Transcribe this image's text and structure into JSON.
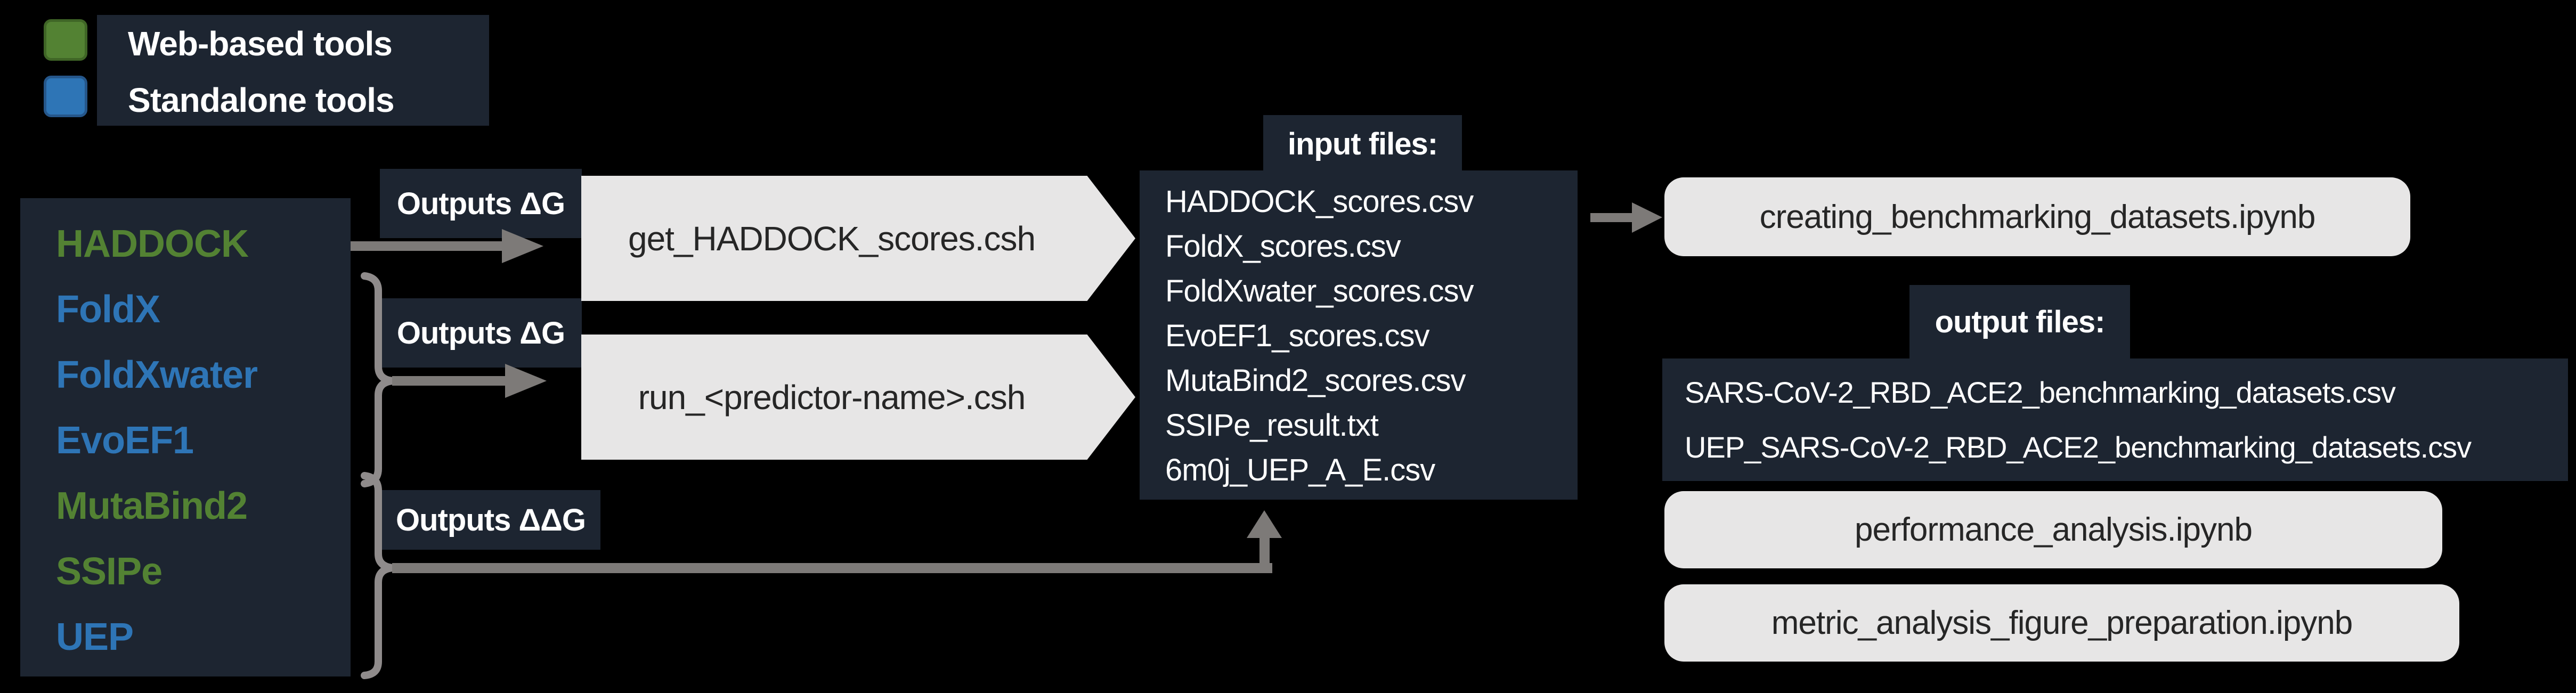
{
  "colors": {
    "page_bg": "#000000",
    "panel": "#1d2531",
    "light_box": "#e7e6e6",
    "light_box_text": "#262626",
    "web_tool": "#538233",
    "web_tool_border": "#3f6526",
    "standalone_tool": "#2e75b6",
    "standalone_tool_border": "#25568a",
    "arrow_gray": "#7d7a78",
    "brace_gray": "#8f8b8b"
  },
  "legend": {
    "items": [
      {
        "label": "Web-based tools",
        "type": "web"
      },
      {
        "label": "Standalone tools",
        "type": "standalone"
      }
    ]
  },
  "tools": [
    {
      "name": "HADDOCK",
      "type": "web"
    },
    {
      "name": "FoldX",
      "type": "standalone"
    },
    {
      "name": "FoldXwater",
      "type": "standalone"
    },
    {
      "name": "EvoEF1",
      "type": "standalone"
    },
    {
      "name": "MutaBind2",
      "type": "web"
    },
    {
      "name": "SSIPe",
      "type": "web"
    },
    {
      "name": "UEP",
      "type": "standalone"
    }
  ],
  "flow_labels": {
    "haddock_output": "Outputs ΔG",
    "group1_output": "Outputs ΔG",
    "group2_output": "Outputs ΔΔG"
  },
  "scripts": {
    "haddock_script": "get_HADDOCK_scores.csh",
    "predictor_script": "run_<predictor-name>.csh"
  },
  "input_files": {
    "title": "input files:",
    "files": [
      "HADDOCK_scores.csv",
      "FoldX_scores.csv",
      "FoldXwater_scores.csv",
      "EvoEF1_scores.csv",
      "MutaBind2_scores.csv",
      "SSIPe_result.txt",
      "6m0j_UEP_A_E.csv"
    ]
  },
  "notebooks": {
    "creating": "creating_benchmarking_datasets.ipynb",
    "performance": "performance_analysis.ipynb",
    "metric": "metric_analysis_figure_preparation.ipynb"
  },
  "output_files": {
    "title": "output files:",
    "files": [
      "SARS-CoV-2_RBD_ACE2_benchmarking_datasets.csv",
      "UEP_SARS-CoV-2_RBD_ACE2_benchmarking_datasets.csv"
    ]
  }
}
